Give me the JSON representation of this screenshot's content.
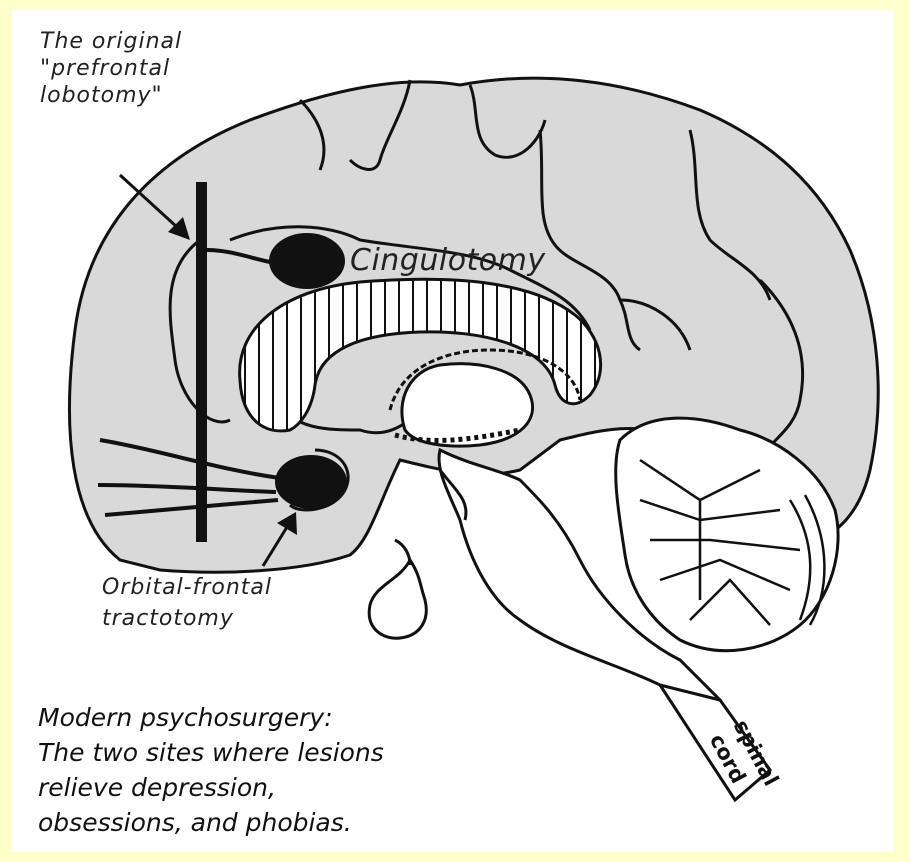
{
  "labels": {
    "original_lobotomy": [
      "The original",
      "\"prefrontal",
      "lobotomy\""
    ],
    "cingulotomy": "Cingulotomy",
    "orbital_frontal": [
      "Orbital-frontal",
      "tractotomy"
    ],
    "spinal_cord": [
      "spinal",
      "cord"
    ]
  },
  "caption": [
    "Modern psychosurgery:",
    "The two sites where lesions",
    "relieve depression,",
    "obsessions, and phobias."
  ],
  "colors": {
    "background": "#ffffcc",
    "panel": "#ffffff",
    "brain_fill": "#d9d9d9",
    "ink": "#111111"
  }
}
